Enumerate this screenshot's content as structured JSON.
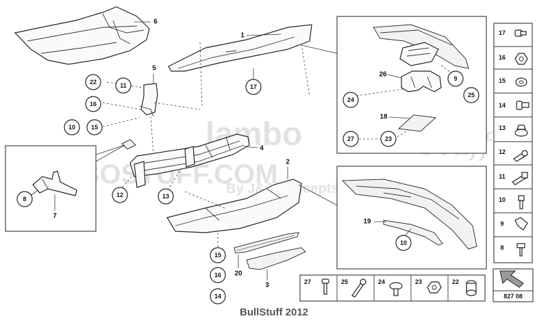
{
  "diagram": {
    "callouts": {
      "c22": "22",
      "c11a": "11",
      "c16a": "16",
      "c10": "10",
      "c15a": "15",
      "c17": "17",
      "c12": "12",
      "c13": "13",
      "c8": "8",
      "c15b": "15",
      "c16b": "16",
      "c14": "14",
      "c9": "9",
      "c25": "25",
      "c24": "24",
      "c27": "27",
      "c23": "23",
      "c10b": "10"
    },
    "labels": {
      "l1": "1",
      "l2": "2",
      "l4": "4",
      "l5": "5",
      "l6": "6",
      "l7": "7",
      "l18": "18",
      "l19": "19",
      "l20": "20",
      "l26": "26",
      "l3": "3"
    },
    "legend_right": [
      "17",
      "16",
      "15",
      "14",
      "13",
      "12",
      "11",
      "10",
      "9",
      "8"
    ],
    "legend_bottom": [
      "27",
      "25",
      "24",
      "23",
      "22"
    ],
    "diagram_code": "827 08",
    "watermark": {
      "line1": "lambo",
      "script": "Stuff",
      "line2": "LAMBOSTUFF.COM",
      "line3": "By J&J Concepts"
    }
  },
  "footer": {
    "text": "BullStuff 2012"
  }
}
